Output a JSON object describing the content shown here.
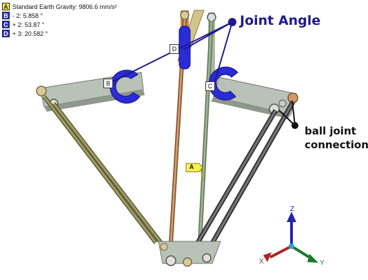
{
  "legend": {
    "items": [
      {
        "key": "A",
        "text": "Standard Earth Gravity: 9806.6 mm/s²",
        "color": "#f5f24a"
      },
      {
        "key": "B",
        "text": "- 2: 5.858 °",
        "color": "#2b2bd8"
      },
      {
        "key": "C",
        "text": "+ 2: 53.87 °",
        "color": "#2b2bd8"
      },
      {
        "key": "D",
        "text": "+ 3: 20.582 °",
        "color": "#2b2bd8"
      }
    ]
  },
  "callouts": {
    "joint_angle": "Joint Angle",
    "ball_joint": "ball joint\nconnection"
  },
  "markers": {
    "gravity": "A",
    "angle_b": "B",
    "angle_c": "C",
    "angle_d": "D"
  },
  "triad": {
    "x": "X",
    "y": "Y",
    "z": "Z"
  },
  "colors": {
    "annotation_blue": "#1f1a8c",
    "angle_marker_blue": "#2b2bd8",
    "gravity_yellow": "#f5f24a",
    "arm_gray": "#b9c2b6",
    "rod_olive": "#8c8a55",
    "rod_copper": "#c8895a",
    "rod_green": "#8fa884"
  }
}
